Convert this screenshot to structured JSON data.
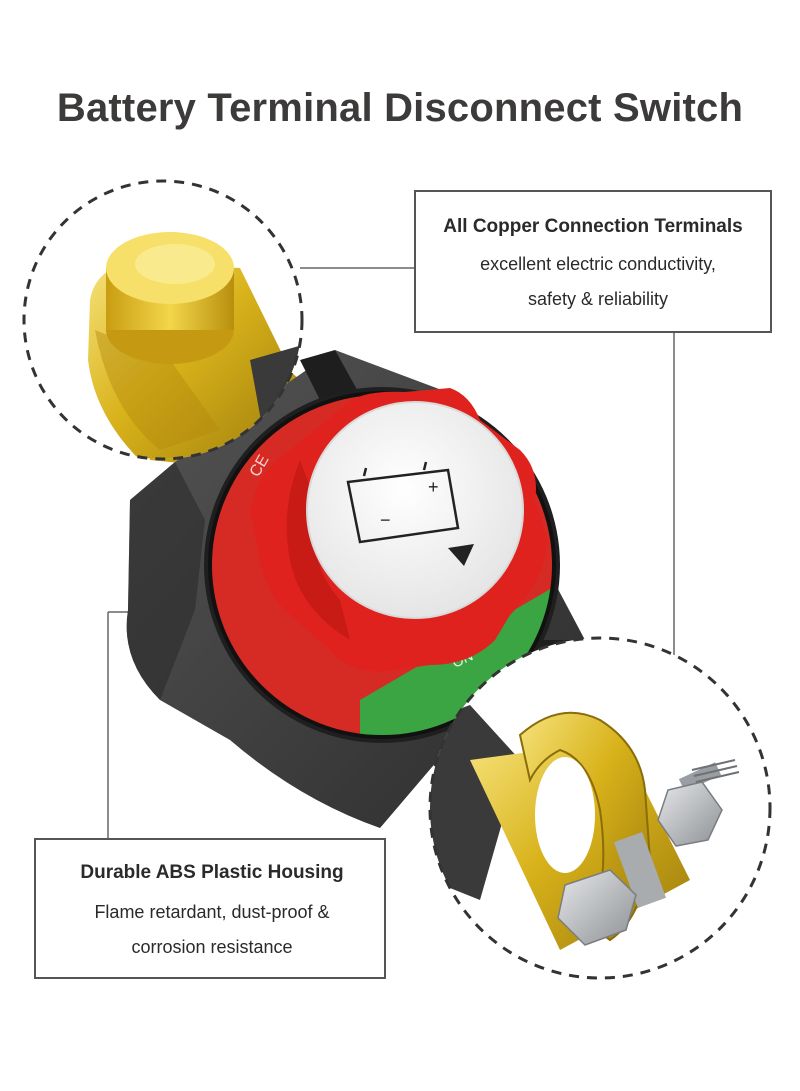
{
  "header": {
    "title": "Battery Terminal Disconnect Switch"
  },
  "callouts": {
    "copper": {
      "heading": "All Copper Connection Terminals",
      "line1": "excellent electric conductivity,",
      "line2": "safety & reliability"
    },
    "housing": {
      "heading": "Durable ABS Plastic Housing",
      "line1": "Flame retardant, dust-proof &",
      "line2": "corrosion resistance"
    }
  },
  "product": {
    "knob_marks": [
      "+",
      "−"
    ],
    "colors": {
      "brass": "#d8b21a",
      "housing": "#3a3a3a",
      "knob_red": "#e0221f",
      "knob_face": "#f4f4f4",
      "off_zone": "#d62b24",
      "on_zone": "#3aa542",
      "steel": "#b9bcbf"
    }
  }
}
